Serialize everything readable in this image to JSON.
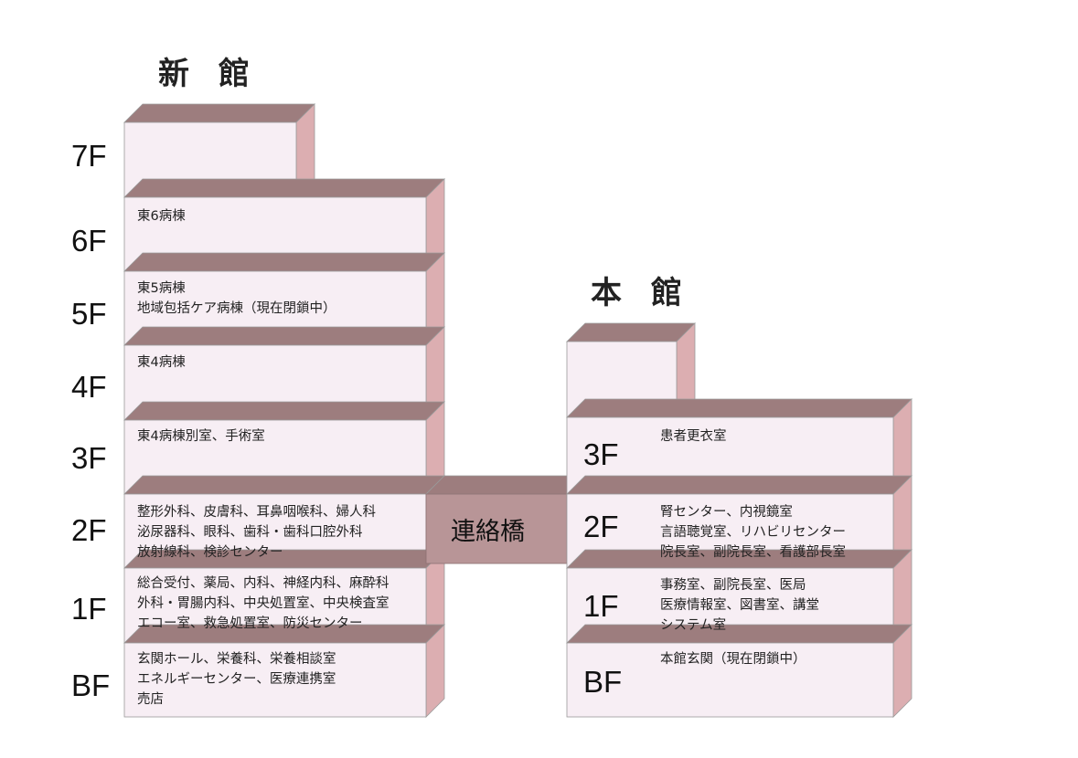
{
  "shinkan": {
    "title": "新 館",
    "floors": [
      {
        "label": "7F",
        "lines": []
      },
      {
        "label": "6F",
        "lines": [
          "東6病棟"
        ]
      },
      {
        "label": "5F",
        "lines": [
          "東5病棟",
          "地域包括ケア病棟（現在閉鎖中）"
        ]
      },
      {
        "label": "4F",
        "lines": [
          "東4病棟"
        ]
      },
      {
        "label": "3F",
        "lines": [
          "東4病棟別室、手術室"
        ]
      },
      {
        "label": "2F",
        "lines": [
          "整形外科、皮膚科、耳鼻咽喉科、婦人科",
          "泌尿器科、眼科、歯科・歯科口腔外科",
          "放射線科、検診センター"
        ]
      },
      {
        "label": "1F",
        "lines": [
          "総合受付、薬局、内科、神経内科、麻酔科",
          "外科・胃腸内科、中央処置室、中央検査室",
          "エコー室、救急処置室、防災センター"
        ]
      },
      {
        "label": "BF",
        "lines": [
          "玄関ホール、栄養科、栄養相談室",
          "エネルギーセンター、医療連携室",
          "売店"
        ]
      }
    ]
  },
  "honkan": {
    "title": "本 館",
    "floors": [
      {
        "label": "3F",
        "lines": [
          "患者更衣室"
        ]
      },
      {
        "label": "2F",
        "lines": [
          "腎センター、内視鏡室",
          "言語聴覚室、リハビリセンター",
          "院長室、副院長室、看護部長室"
        ]
      },
      {
        "label": "1F",
        "lines": [
          "事務室、副院長室、医局",
          "医療情報室、図書室、講堂",
          "システム室"
        ]
      },
      {
        "label": "BF",
        "lines": [
          "本館玄関（現在閉鎖中）"
        ]
      }
    ]
  },
  "bridge": {
    "label": "連絡橋"
  },
  "colors": {
    "front": "#f7eef4",
    "side": "#dcaeb1",
    "top": "#9d7d7e",
    "bridge": "#b89597",
    "edge": "#9a9a9a"
  }
}
